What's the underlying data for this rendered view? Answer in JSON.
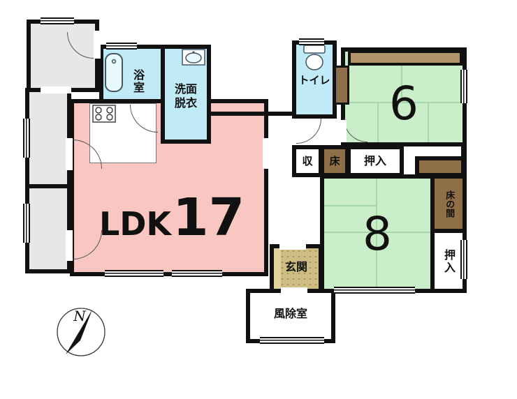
{
  "labels": {
    "bath": "浴室",
    "washroom_line1": "洗面",
    "washroom_line2": "脱衣",
    "toilet": "トイレ",
    "room6_size": "6",
    "storage": "収",
    "floor_alcove": "床",
    "closet_middle": "押入",
    "room8_size": "8",
    "tokonoma": "床の間",
    "closet_right": "押入",
    "entrance": "玄関",
    "windbreak_room": "風除室",
    "ldk": "LDK",
    "ldk_size": "17",
    "compass_north": "N"
  },
  "colors": {
    "wall": "#111111",
    "tatami_green": "#c9eec9",
    "tatami_line": "#a6d7a6",
    "ldk_pink": "#f9c6c1",
    "wet_blue": "#bfeaf6",
    "wood_brown": "#8f6f47",
    "shelf_tan": "#b1946a",
    "genkan_tan": "#cdbd82",
    "gray_area": "#e7e7e7"
  }
}
